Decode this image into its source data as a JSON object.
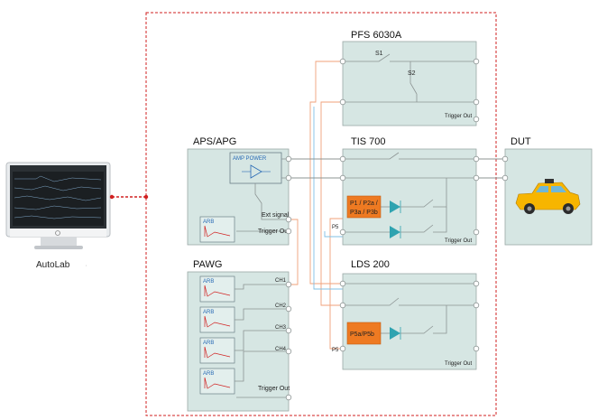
{
  "computer": {
    "label": "AutoLab"
  },
  "aps": {
    "title": "APS/APG",
    "amp_label": "AMP POWER",
    "arb_label": "ARB",
    "ext_signal": "Ext signal",
    "trigger_out": "Trigger Out"
  },
  "pawg": {
    "title": "PAWG",
    "arb_label": "ARB",
    "channels": [
      "CH1",
      "CH2",
      "CH3",
      "CH4"
    ],
    "trigger_out": "Trigger Out"
  },
  "pfs": {
    "title": "PFS 6030A",
    "s1": "S1",
    "s2": "S2",
    "trigger_out": "Trigger Out"
  },
  "tis": {
    "title": "TIS 700",
    "pulse_label_line1": "P1 / P2a /",
    "pulse_label_line2": "P3a / P3b",
    "p5": "P5",
    "trigger_out": "Trigger Out"
  },
  "lds": {
    "title": "LDS 200",
    "pulse_label": "P5a/P5b",
    "p5": "P5",
    "trigger_out": "Trigger Out"
  },
  "dut": {
    "title": "DUT"
  },
  "colors": {
    "border_red": "#d12020",
    "box_fill": "#d6e6e3",
    "orange": "#ee7a22",
    "triangle": "#2fa3b0",
    "wire_orange": "#f0a07a",
    "wire_blue": "#7fc0e6",
    "car": "#f7b500"
  },
  "icons": [
    "monitor-icon",
    "car-icon",
    "amplifier-icon",
    "diode-triangle-icon",
    "switch-icon",
    "arb-waveform-icon"
  ]
}
